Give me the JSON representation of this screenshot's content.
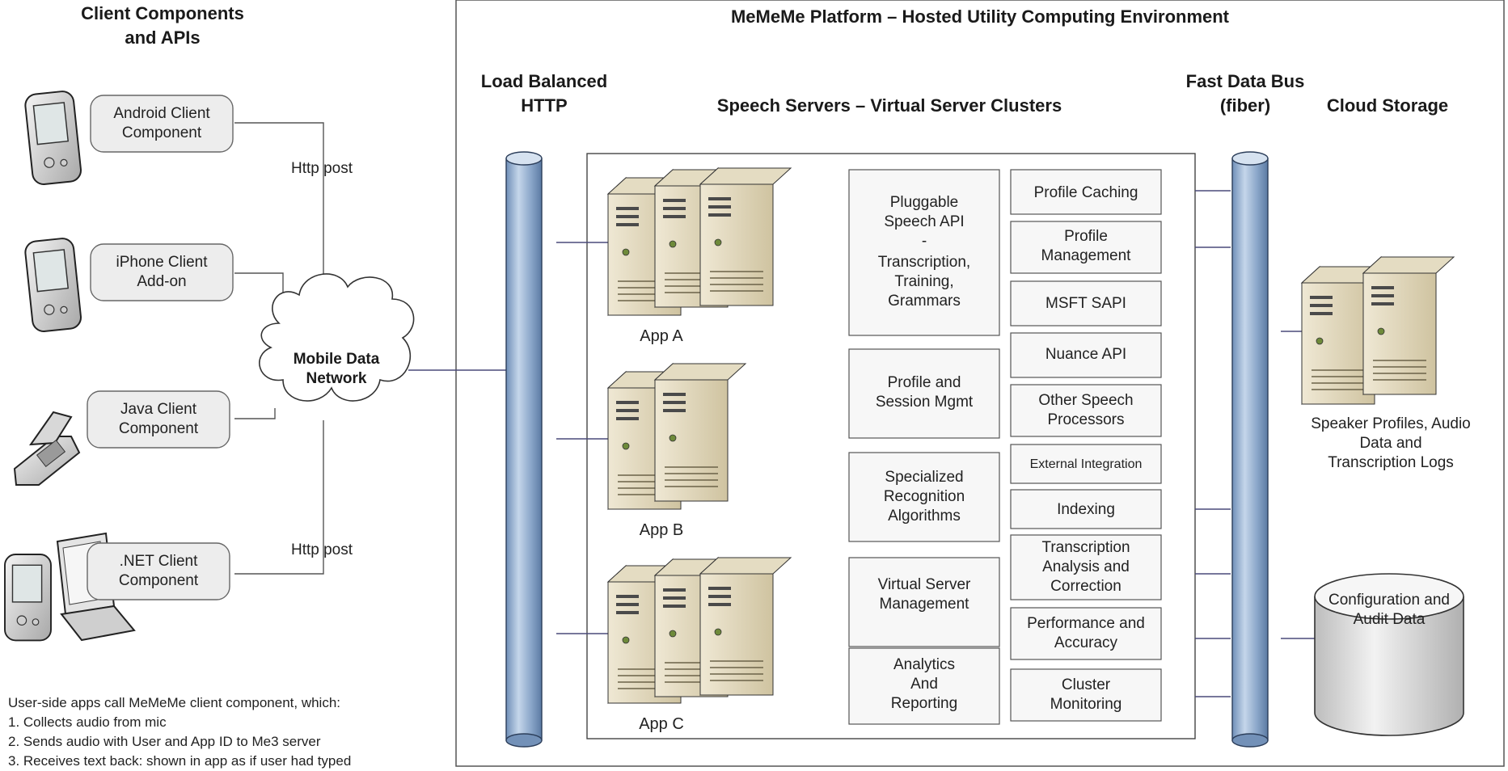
{
  "left_panel": {
    "title_line1": "Client Components",
    "title_line2": "and APIs",
    "clients": [
      {
        "line1": "Android Client",
        "line2": "Component"
      },
      {
        "line1": "iPhone Client",
        "line2": "Add-on"
      },
      {
        "line1": "Java Client",
        "line2": "Component"
      },
      {
        "line1": ".NET Client",
        "line2": "Component"
      }
    ],
    "http_post_top": "Http post",
    "http_post_bottom": "Http post",
    "network": {
      "line1": "Mobile Data",
      "line2": "Network"
    },
    "notes": [
      "User-side apps call MeMeMe client component, which:",
      "1.  Collects audio from mic",
      "2.  Sends audio with User and App ID to Me3 server",
      "3.  Receives text back: shown in app as if user had typed"
    ]
  },
  "platform": {
    "title": "MeMeMe Platform – Hosted Utility Computing Environment",
    "load_balancer": {
      "line1": "Load Balanced",
      "line2": "HTTP"
    },
    "servers_title": "Speech Servers – Virtual Server Clusters",
    "bus": {
      "line1": "Fast Data Bus",
      "line2": "(fiber)"
    },
    "storage_title": "Cloud Storage",
    "apps": [
      "App A",
      "App B",
      "App C"
    ],
    "feature_boxes": [
      {
        "lines": [
          "Pluggable",
          "Speech API",
          "-",
          "Transcription,",
          "Training,",
          "Grammars"
        ]
      },
      {
        "lines": [
          "Profile and",
          "Session Mgmt"
        ]
      },
      {
        "lines": [
          "Specialized",
          "Recognition",
          "Algorithms"
        ]
      },
      {
        "lines": [
          "Virtual Server",
          "Management"
        ]
      },
      {
        "lines": [
          "Analytics",
          "And",
          "Reporting"
        ]
      }
    ],
    "service_boxes": [
      {
        "lines": [
          "Profile Caching"
        ]
      },
      {
        "lines": [
          "Profile",
          "Management"
        ]
      },
      {
        "lines": [
          "MSFT SAPI"
        ]
      },
      {
        "lines": [
          "Nuance API"
        ]
      },
      {
        "lines": [
          "Other Speech",
          "Processors"
        ]
      },
      {
        "lines": [
          "External Integration"
        ]
      },
      {
        "lines": [
          "Indexing"
        ]
      },
      {
        "lines": [
          "Transcription",
          "Analysis and",
          "Correction"
        ]
      },
      {
        "lines": [
          "Performance and",
          "Accuracy"
        ]
      },
      {
        "lines": [
          "Cluster",
          "Monitoring"
        ]
      }
    ],
    "storage_servers_label": [
      "Speaker Profiles, Audio",
      "Data and",
      "Transcription Logs"
    ],
    "database_label": [
      "Configuration and",
      "Audit Data"
    ]
  }
}
